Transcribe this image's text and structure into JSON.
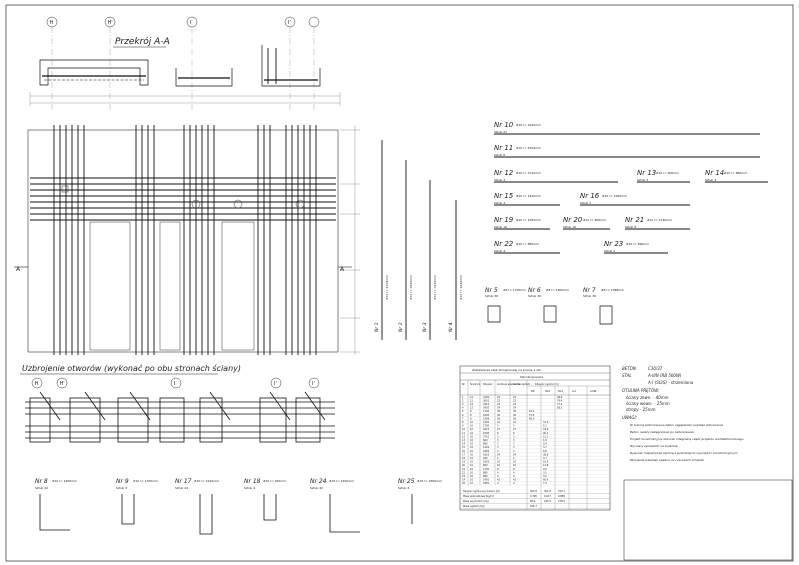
{
  "section_title": "Przekrój A-A",
  "openings_title": "Uzbrojenie otworów (wykonać po obu stronach ściany)",
  "grid_marker_a": "A",
  "axis_labels": [
    "H",
    "H'",
    "I",
    "I'"
  ],
  "bottom_axis_labels": [
    "H",
    "H'",
    "I",
    "I'",
    "I'"
  ],
  "bars_right": [
    {
      "nr": "Nr 10",
      "spec": "#10 l= 1615mm",
      "count": "Sztuk 27"
    },
    {
      "nr": "Nr 11",
      "spec": "#10 l= 6700mm",
      "count": "Sztuk 6"
    },
    {
      "nr": "Nr 12",
      "spec": "#10 l= 3710mm",
      "count": "Sztuk 3"
    },
    {
      "nr": "Nr 13",
      "spec": "#10 l= 600mm",
      "count": "Sztuk 3"
    },
    {
      "nr": "Nr 14",
      "spec": "#10 l= 880mm",
      "count": "Sztuk 3"
    },
    {
      "nr": "Nr 15",
      "spec": "#10 l= 1220mm",
      "count": "Sztuk 3"
    },
    {
      "nr": "Nr 16",
      "spec": "#10 l= 2265mm",
      "count": "Sztuk 3"
    },
    {
      "nr": "Nr 19",
      "spec": "#10 l= 1055mm",
      "count": "Sztuk 16"
    },
    {
      "nr": "Nr 20",
      "spec": "#10 l= 800mm",
      "count": "Sztuk 16"
    },
    {
      "nr": "Nr 21",
      "spec": "#10 l= 1130mm",
      "count": "Sztuk 8"
    },
    {
      "nr": "Nr 22",
      "spec": "#10 l= 880mm",
      "count": "Sztuk 4"
    },
    {
      "nr": "Nr 23",
      "spec": "#10 l= 890mm",
      "count": "Sztuk 4"
    }
  ],
  "bars_mid": [
    {
      "nr": "Nr 5",
      "spec": "#8 l= 1700mm",
      "count": "Sztuk 36"
    },
    {
      "nr": "Nr 6",
      "spec": "#8 l= 1600mm",
      "count": "Sztuk 36"
    },
    {
      "nr": "Nr 7",
      "spec": "#8 l= 2388mm",
      "count": "Sztuk 36"
    }
  ],
  "bars_bottom": [
    {
      "nr": "Nr 8",
      "spec": "#10 l= 1450mm",
      "count": "Sztuk 22"
    },
    {
      "nr": "Nr 9",
      "spec": "#10 l= 1700mm",
      "count": "Sztuk 3"
    },
    {
      "nr": "Nr 17",
      "spec": "#10 l= 1610mm",
      "count": "Sztuk 24"
    },
    {
      "nr": "Nr 18",
      "spec": "#10 l= 920mm",
      "count": "Sztuk 4"
    },
    {
      "nr": "Nr 24",
      "spec": "#10 l= 1450mm",
      "count": "Sztuk 42"
    },
    {
      "nr": "Nr 25",
      "spec": "#10 l= 1850mm",
      "count": "Sztuk 4"
    }
  ],
  "vertical_bars": [
    {
      "nr": "Nr 1",
      "spec": "#12 l= 4150mm"
    },
    {
      "nr": "Nr 2",
      "spec": "#12 l= 3610mm"
    },
    {
      "nr": "Nr 3",
      "spec": "#12 l= 3210mm"
    },
    {
      "nr": "Nr 4",
      "spec": "#12 l= 2420mm"
    }
  ],
  "table": {
    "title": "Zestawienie stali zbrojeniowej na ścianę 1 szt",
    "subtitle": "Stal zbrojeniowa",
    "headers": [
      "Nr",
      "Średnica",
      "Długość",
      "Liczba w elemencie",
      "Liczba ogółem",
      "Długość ogólna [m]"
    ],
    "sub_headers": [
      "#8",
      "#10",
      "#12",
      "A-0",
      "A-IIIN"
    ],
    "rows": [
      [
        "1",
        "12",
        "4150",
        "24",
        "24",
        "",
        "",
        "99.6",
        "",
        ""
      ],
      [
        "2",
        "12",
        "3610",
        "22",
        "22",
        "",
        "",
        "79.4",
        "",
        ""
      ],
      [
        "3",
        "12",
        "3210",
        "24",
        "24",
        "",
        "",
        "77.0",
        "",
        ""
      ],
      [
        "4",
        "12",
        "2420",
        "24",
        "24",
        "",
        "",
        "58.1",
        "",
        ""
      ],
      [
        "5",
        "8",
        "1700",
        "36",
        "36",
        "61.2",
        "",
        "",
        "",
        ""
      ],
      [
        "6",
        "8",
        "1600",
        "36",
        "36",
        "57.6",
        "",
        "",
        "",
        ""
      ],
      [
        "7",
        "8",
        "2388",
        "36",
        "36",
        "86.0",
        "",
        "",
        "",
        ""
      ],
      [
        "8",
        "10",
        "1450",
        "22",
        "22",
        "",
        "31.9",
        "",
        "",
        ""
      ],
      [
        "9",
        "10",
        "1700",
        "3",
        "3",
        "",
        "5.1",
        "",
        "",
        ""
      ],
      [
        "10",
        "10",
        "1615",
        "27",
        "27",
        "",
        "43.6",
        "",
        "",
        ""
      ],
      [
        "11",
        "10",
        "6700",
        "6",
        "6",
        "",
        "40.2",
        "",
        "",
        ""
      ],
      [
        "12",
        "10",
        "3710",
        "3",
        "3",
        "",
        "11.1",
        "",
        "",
        ""
      ],
      [
        "13",
        "10",
        "600",
        "3",
        "3",
        "",
        "1.8",
        "",
        "",
        ""
      ],
      [
        "14",
        "10",
        "880",
        "3",
        "3",
        "",
        "2.6",
        "",
        "",
        ""
      ],
      [
        "15",
        "10",
        "1220",
        "3",
        "3",
        "",
        "3.7",
        "",
        "",
        ""
      ],
      [
        "16",
        "10",
        "2265",
        "3",
        "3",
        "",
        "6.8",
        "",
        "",
        ""
      ],
      [
        "17",
        "10",
        "1610",
        "24",
        "24",
        "",
        "38.6",
        "",
        "",
        ""
      ],
      [
        "18",
        "10",
        "920",
        "4",
        "4",
        "",
        "3.7",
        "",
        "",
        ""
      ],
      [
        "19",
        "10",
        "1055",
        "16",
        "16",
        "",
        "16.9",
        "",
        "",
        ""
      ],
      [
        "20",
        "10",
        "800",
        "16",
        "16",
        "",
        "12.8",
        "",
        "",
        ""
      ],
      [
        "21",
        "10",
        "1130",
        "8",
        "8",
        "",
        "9.0",
        "",
        "",
        ""
      ],
      [
        "22",
        "10",
        "880",
        "4",
        "4",
        "",
        "3.5",
        "",
        "",
        ""
      ],
      [
        "23",
        "10",
        "890",
        "4",
        "4",
        "",
        "3.6",
        "",
        "",
        ""
      ],
      [
        "24",
        "10",
        "1450",
        "42",
        "42",
        "",
        "60.9",
        "",
        "",
        ""
      ],
      [
        "25",
        "10",
        "1850",
        "4",
        "4",
        "",
        "7.4",
        "",
        "",
        ""
      ]
    ],
    "footer": [
      {
        "label": "Długość ogólna wg średnic [m]",
        "values": [
          "204.8",
          "302.9",
          "314.1"
        ]
      },
      {
        "label": "Masa jednostkowa [kg/m]",
        "values": [
          "0.395",
          "0.617",
          "0.888"
        ]
      },
      {
        "label": "Masa wg średnic [kg]",
        "values": [
          "80.9",
          "186.9",
          "278.9"
        ]
      },
      {
        "label": "Masa ogółem [kg]",
        "values": [
          "546.7"
        ]
      }
    ]
  },
  "notes": {
    "beton_label": "BETON",
    "beton_value": "C30/37",
    "stal_label": "STAL",
    "stal_value_1": "A-IIIN (RB 500W)",
    "stal_value_2": "A-I (St3S) - strzemiona",
    "otulina_label": "OTULINA PRĘTÓW:",
    "otulina_items": [
      "ściany zewn.  - 40mm",
      "ściany wewn.  - 25mm",
      "stropy  - 25mm"
    ],
    "uwagi_label": "UWAGI:",
    "uwagi_items": [
      "W trakcie betonowania beton zagęszczać poprzez wibrowanie",
      "Beton należy pielęgnować po betonowaniu",
      "Projekt konstrukcyjny stanowi integralną część projektu architektonicznego",
      "Wymiary sprawdzić na budowie",
      "Rysunek rozpatrywać łącznie z pozostałymi rysunkami konstrukcyjnymi",
      "Zbrojenie wiedzieć spełnia na rysunkach stropów"
    ]
  }
}
